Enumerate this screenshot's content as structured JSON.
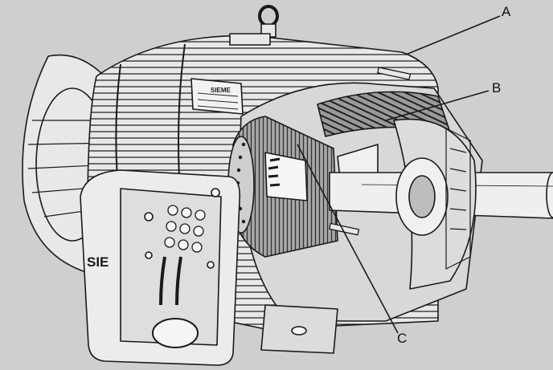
{
  "labels": {
    "a": "A",
    "b": "B",
    "c": "C"
  },
  "branding": {
    "nameplate": "SIEME",
    "terminal_box": "SIE"
  },
  "colors": {
    "background": "#cfcfcf",
    "line": "#1a1a1a",
    "part_fill": "#e8e8e8",
    "shade_fill": "#bdbdbd"
  }
}
